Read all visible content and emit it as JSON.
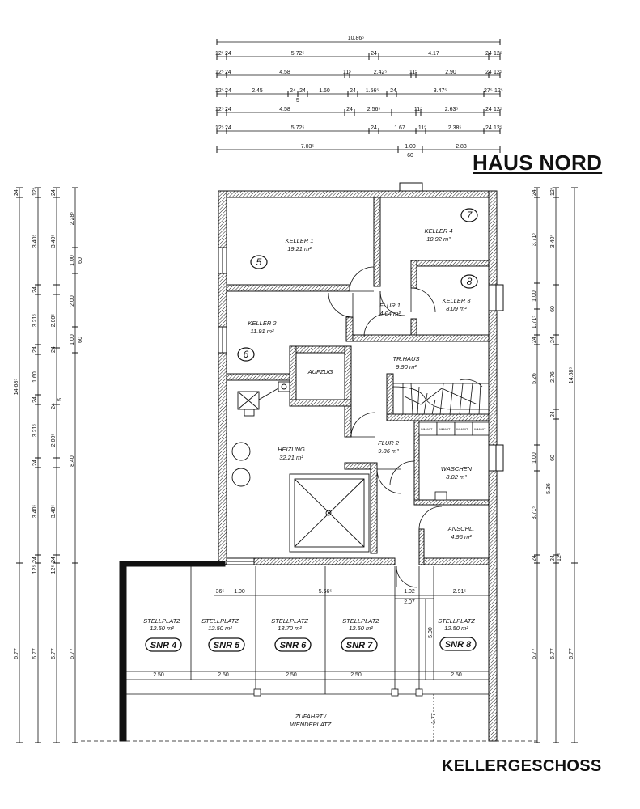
{
  "title": "HAUS NORD",
  "floor": "KELLERGESCHOSS",
  "top_dims": {
    "row1": [
      "10.86⁵"
    ],
    "row2": [
      "12⁵",
      "24",
      "5.72⁵",
      "24",
      "4.17",
      "24",
      "12⁵"
    ],
    "row3": [
      "12⁵",
      "24",
      "4.58",
      "11⁵",
      "2.42⁵",
      "11⁵",
      "2.90",
      "24",
      "12⁵"
    ],
    "row4": [
      "12⁵",
      "24",
      "2.45",
      "24",
      "24",
      "1.60",
      "24",
      "1.56⁵",
      "24",
      "3.47⁵",
      "27⁵",
      "12⁵",
      "5"
    ],
    "row5": [
      "12⁵",
      "24",
      "4.58",
      "24",
      "2.56⁵",
      "11⁵",
      "2.63⁵",
      "24",
      "12⁵"
    ],
    "row6": [
      "12⁵",
      "24",
      "5.72⁵",
      "24",
      "1.67",
      "11⁵",
      "2.38⁵",
      "24",
      "12⁵"
    ],
    "row7": [
      "7.03⁵",
      "1.00",
      "2.83",
      "60"
    ]
  },
  "left_dims": {
    "col1": [
      "24",
      "14.68⁵",
      "6.77"
    ],
    "col2": [
      "12⁵",
      "3.40⁵",
      "24",
      "3.21⁵",
      "24",
      "1.60",
      "24",
      "3.21⁵",
      "24",
      "3.40⁵",
      "24",
      "12⁵",
      "6.77"
    ],
    "col3": [
      "24",
      "3.40⁵",
      "2.00⁵",
      "24",
      "24",
      "5",
      "2.00⁵",
      "3.40⁵",
      "24",
      "12⁵",
      "6.77"
    ],
    "col4": [
      "2.28⁵",
      "1.00",
      "60",
      "2.00",
      "1.00",
      "60",
      "8.40",
      "6.77"
    ]
  },
  "right_dims": {
    "col1": [
      "24",
      "3.71⁵",
      "1.00",
      "1.71⁵",
      "24",
      "5.26",
      "1.00",
      "5.36",
      "3.71⁵",
      "24",
      "6.77"
    ],
    "col2": [
      "12⁵",
      "3.40⁵",
      "60",
      "24",
      "2.76",
      "24",
      "60",
      "24",
      "12⁵",
      "6.77"
    ],
    "col3": [
      "14.68⁵",
      "6.77"
    ]
  },
  "inner_dims": [
    "36⁵",
    "1.00",
    "5.56⁵",
    "1.02",
    "2.07",
    "2.91⁵",
    "5.00",
    "2.50",
    "2.50",
    "2.50",
    "2.50",
    "2.50",
    "1.77"
  ],
  "rooms": {
    "keller1": {
      "name": "KELLER 1",
      "area": "19.21 m²",
      "num": "5"
    },
    "keller4": {
      "name": "KELLER 4",
      "area": "10.92 m²",
      "num": "7"
    },
    "keller3": {
      "name": "KELLER 3",
      "area": "8.09 m²",
      "num": "8"
    },
    "keller2": {
      "name": "KELLER 2",
      "area": "11.91 m²",
      "num": "6"
    },
    "flur1": {
      "name": "FLUR 1",
      "area": "4.04 m²"
    },
    "trhaus": {
      "name": "TR.HAUS",
      "area": "9.90 m²"
    },
    "aufzug": {
      "name": "AUFZUG"
    },
    "heizung": {
      "name": "HEIZUNG",
      "area": "32.21 m²"
    },
    "flur2": {
      "name": "FLUR 2",
      "area": "9.86 m²"
    },
    "waschen": {
      "name": "WASCHEN",
      "area": "8.02 m²"
    },
    "anschl": {
      "name": "ANSCHL.",
      "area": "4.96 m²"
    },
    "wm_label": "WM/WT",
    "zufahrt1": "ZUFAHRT /",
    "zufahrt2": "WENDEPLATZ"
  },
  "parking": [
    {
      "name": "STELLPLATZ",
      "area": "12.50 m²",
      "snr": "SNR 4"
    },
    {
      "name": "STELLPLATZ",
      "area": "12.50 m²",
      "snr": "SNR 5"
    },
    {
      "name": "STELLPLATZ",
      "area": "13.70 m²",
      "snr": "SNR 6"
    },
    {
      "name": "STELLPLATZ",
      "area": "12.50 m²",
      "snr": "SNR 7"
    },
    {
      "name": "STELLPLATZ",
      "area": "12.50 m²",
      "snr": "SNR 8"
    }
  ]
}
